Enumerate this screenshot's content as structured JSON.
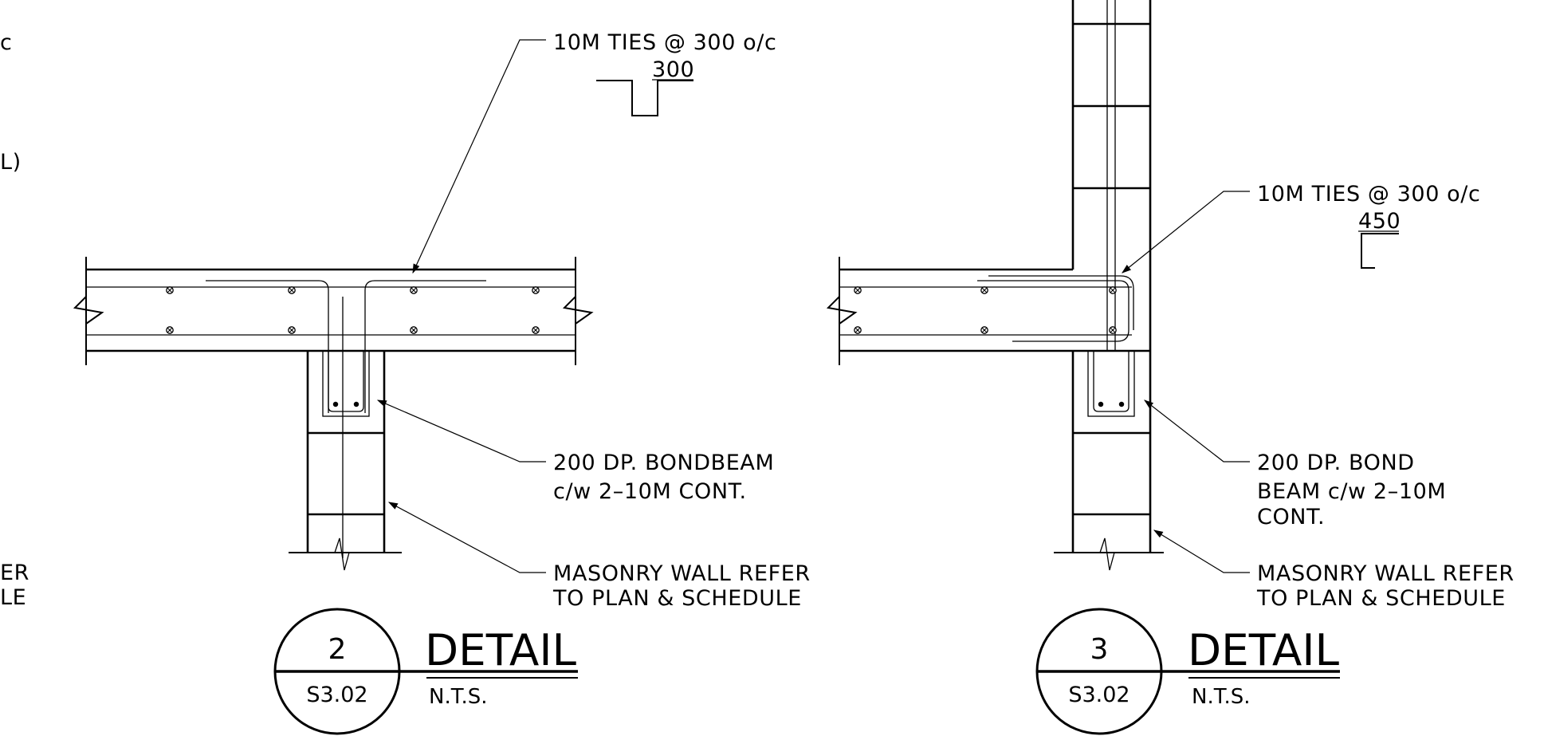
{
  "left_edge": {
    "fragments": [
      "c",
      "L)",
      "ER",
      "LE"
    ]
  },
  "detail_2": {
    "ties_label": "10M TIES @ 300 o/c",
    "ties_dim": "300",
    "bondbeam_label": [
      "200 DP. BONDBEAM",
      "c/w 2–10M CONT."
    ],
    "wall_label": [
      "MASONRY WALL REFER",
      "TO PLAN & SCHEDULE"
    ],
    "number": "2",
    "sheet": "S3.02",
    "title": "DETAIL",
    "scale": "N.T.S."
  },
  "detail_3": {
    "ties_label": "10M TIES @ 300 o/c",
    "ties_dim": "450",
    "bondbeam_label": [
      "200 DP. BOND",
      "BEAM c/w 2–10M",
      "CONT."
    ],
    "wall_label": [
      "MASONRY WALL REFER",
      "TO PLAN & SCHEDULE"
    ],
    "number": "3",
    "sheet": "S3.02",
    "title": "DETAIL",
    "scale": "N.T.S."
  }
}
